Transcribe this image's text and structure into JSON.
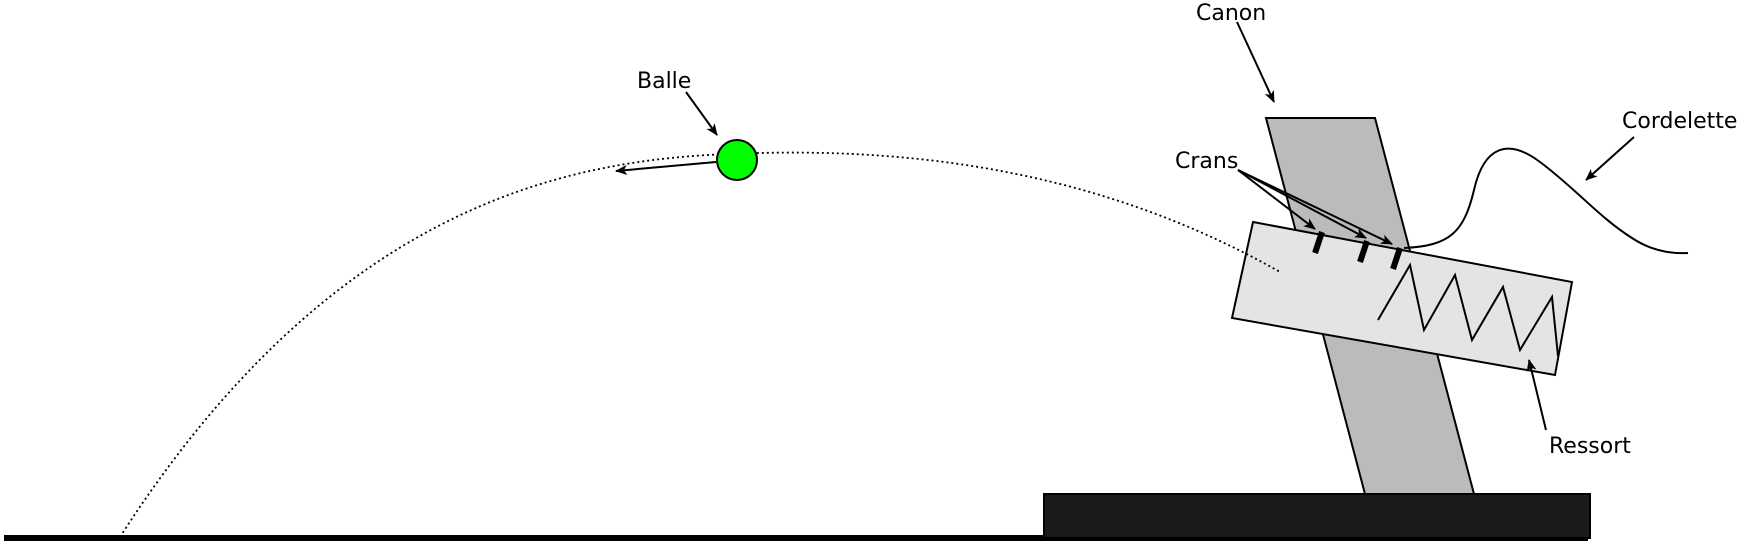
{
  "labels": {
    "canon": "Canon",
    "balle": "Balle",
    "crans": "Crans",
    "cordelette": "Cordelette",
    "ressort": "Ressort"
  },
  "colors": {
    "ball": "#00ff00",
    "barrel": "#bbbbbb",
    "spring_housing": "#e4e4e4",
    "base": "#1a1a1a",
    "ground": "#000000",
    "line": "#000000"
  },
  "icons": {
    "ball": "green-circle",
    "arrow": "arrow-head"
  }
}
